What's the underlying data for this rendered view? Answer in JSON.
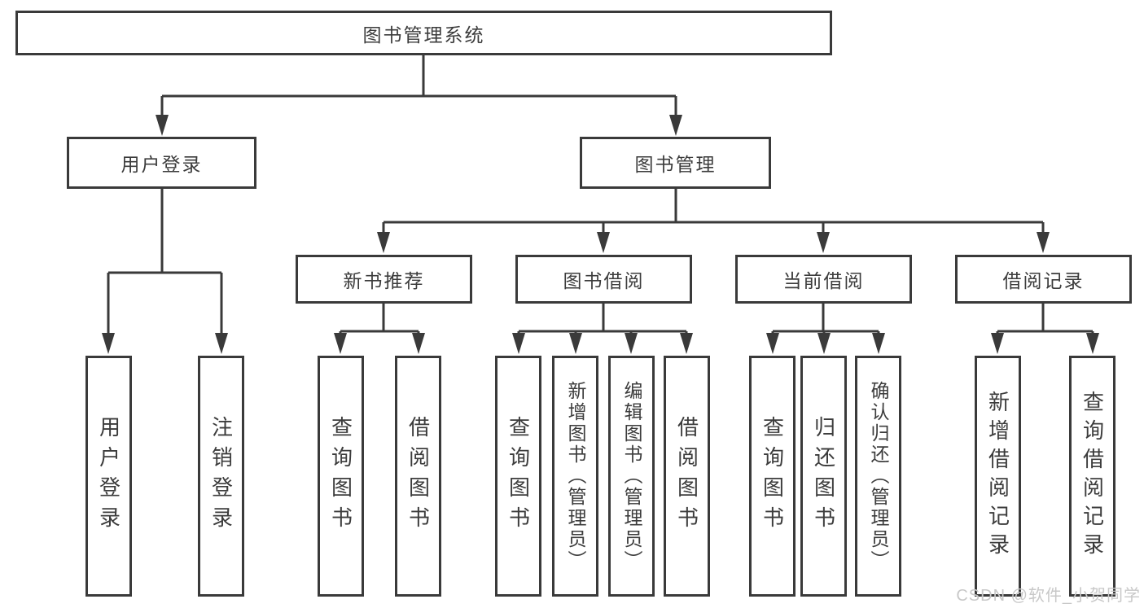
{
  "diagram": {
    "title": "图书管理系统",
    "level2": {
      "user_login": "用户登录",
      "book_mgmt": "图书管理"
    },
    "level3": {
      "new_book_rec": "新书推荐",
      "book_borrow": "图书借阅",
      "current_borrow": "当前借阅",
      "borrow_records": "借阅记录"
    },
    "leaves": {
      "user_login": "用户登录",
      "logout": "注销登录",
      "query_books_1": "查询图书",
      "borrow_books_1": "借阅图书",
      "query_books_2": "查询图书",
      "add_book": "新增图书（管理员）",
      "edit_book": "编辑图书（管理员）",
      "borrow_books_2": "借阅图书",
      "query_books_3": "查询图书",
      "return_book": "归还图书",
      "confirm_return": "确认归还（管理员）",
      "add_record": "新增借阅记录",
      "query_record": "查询借阅记录"
    },
    "colors": {
      "line": "#3a3a3a",
      "border": "#3a3a3a",
      "text": "#3c3c3c",
      "watermark": "#c8c8c8",
      "background": "#ffffff"
    }
  },
  "watermark": "CSDN @软件_小贺同学"
}
